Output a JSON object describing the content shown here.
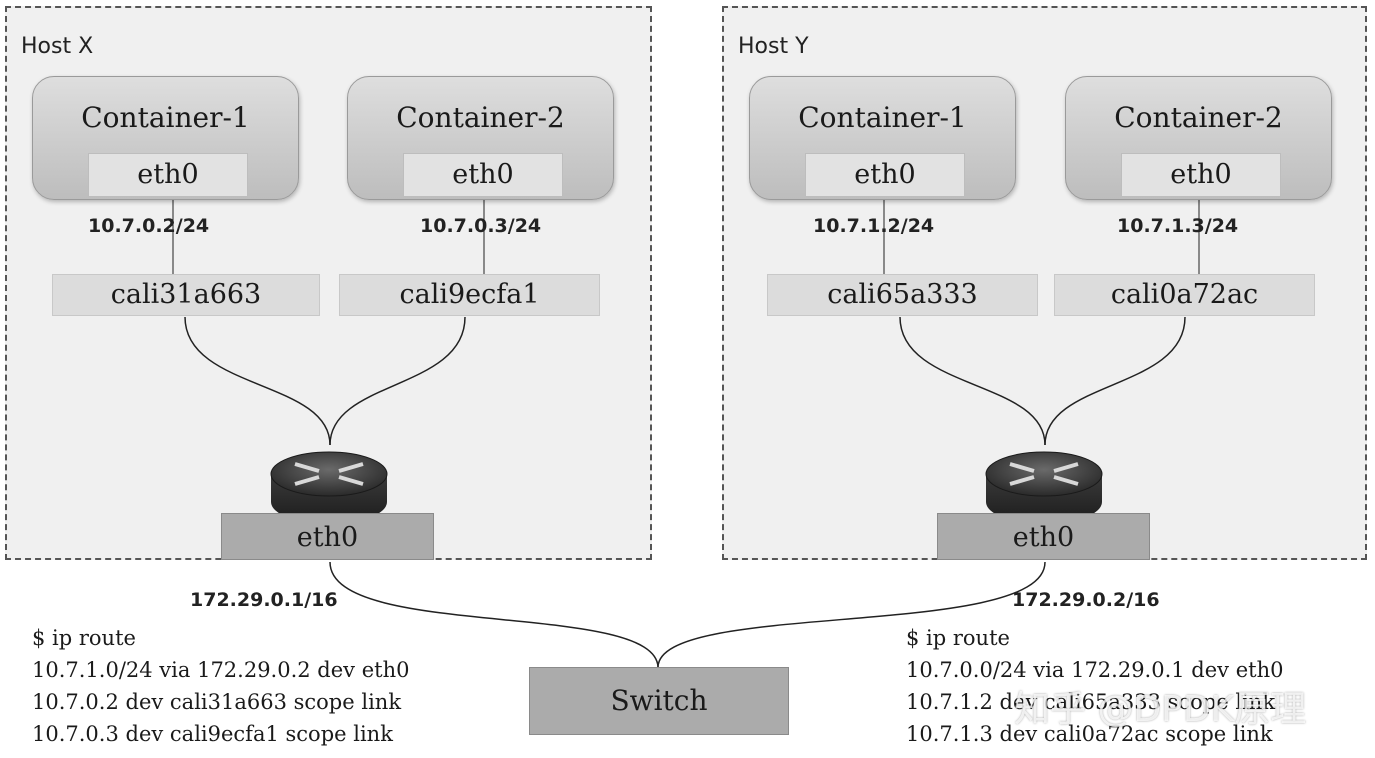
{
  "hosts": [
    {
      "label": "Host X",
      "containers": [
        {
          "name": "Container-1",
          "iface": "eth0",
          "ip": "10.7.0.2/24",
          "veth": "cali31a663"
        },
        {
          "name": "Container-2",
          "iface": "eth0",
          "ip": "10.7.0.3/24",
          "veth": "cali9ecfa1"
        }
      ],
      "uplink": {
        "iface": "eth0",
        "ip": "172.29.0.1/16"
      },
      "routes": [
        "$ ip route",
        "10.7.1.0/24 via 172.29.0.2 dev eth0",
        "10.7.0.2 dev cali31a663 scope link",
        "10.7.0.3 dev cali9ecfa1 scope link"
      ]
    },
    {
      "label": "Host Y",
      "containers": [
        {
          "name": "Container-1",
          "iface": "eth0",
          "ip": "10.7.1.2/24",
          "veth": "cali65a333"
        },
        {
          "name": "Container-2",
          "iface": "eth0",
          "ip": "10.7.1.3/24",
          "veth": "cali0a72ac"
        }
      ],
      "uplink": {
        "iface": "eth0",
        "ip": "172.29.0.2/16"
      },
      "routes": [
        "$ ip route",
        "10.7.0.0/24 via 172.29.0.1 dev eth0",
        "10.7.1.2 dev cali65a333 scope link",
        "10.7.1.3 dev cali0a72ac scope link"
      ]
    }
  ],
  "switch": {
    "label": "Switch"
  },
  "watermark": "知乎 @DPDK原理",
  "colors": {
    "host_bg": "#f0f0f0",
    "box_gray": "#ababab",
    "router_body": "#2f2f2f"
  }
}
